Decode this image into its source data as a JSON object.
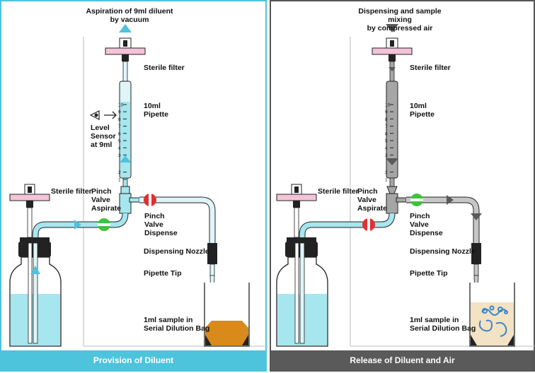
{
  "panels": [
    {
      "footer": "Provision of Diluent",
      "title": "Aspiration of 9ml diluent\nby vacuum",
      "sterile_filter_top": "Sterile filter",
      "pipette": "10ml\nPipette",
      "level_sensor": "Level\nSensor\nat 9ml",
      "sterile_filter_left": "Sterile filter",
      "pinch_aspirate": "Pinch\nValve\nAspirate",
      "pinch_dispense": "Pinch\nValve\nDispense",
      "dispensing_nozzle": "Dispensing Nozzle",
      "pipette_tip": "Pipette Tip",
      "sample": "1ml sample in\nSerial Dilution Bag"
    },
    {
      "footer": "Release of Diluent and Air",
      "title": "Dispensing and sample mixing\nby compressed air",
      "sterile_filter_top": "Sterile filter",
      "pipette": "10ml\nPipette",
      "sterile_filter_left": "Sterile filter",
      "pinch_aspirate": "Pinch\nValve\nAspirate",
      "pinch_dispense": "Pinch\nValve\nDispense",
      "dispensing_nozzle": "Dispensing Nozzle",
      "pipette_tip": "Pipette Tip",
      "sample": "1ml sample in\nSerial Dilution Bag"
    }
  ],
  "pipette_scale": [
    "10",
    "9",
    "8",
    "7",
    "6",
    "5",
    "4",
    "3",
    "2",
    "1"
  ],
  "colors": {
    "liquid": "#a6e6ee",
    "accent": "#4ec3dc",
    "gray": "#5a5a5a",
    "air": "#a6a6a6",
    "valve_red": "#e03030",
    "valve_green": "#3cc43c",
    "sample_orange": "#d98a1a"
  }
}
